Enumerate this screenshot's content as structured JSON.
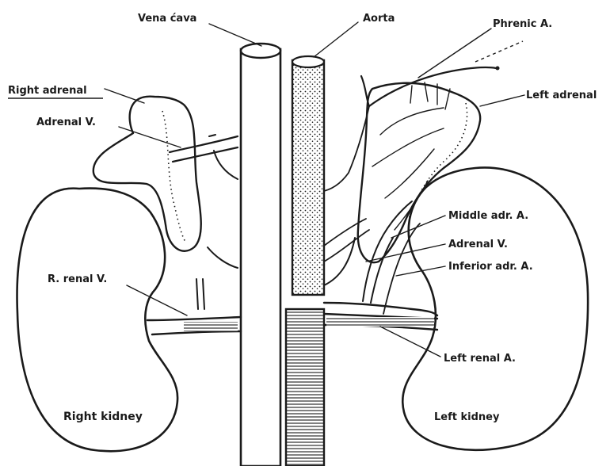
{
  "labels": {
    "vena_cava": "Vena ćava",
    "aorta": "Aorta",
    "phrenic_a": "Phrenic A.",
    "right_adrenal": "Right adrenal",
    "adrenal_v_right": "Adrenal V.",
    "left_adrenal": "Left adrenal",
    "middle_adr_a": "Middle adr. A.",
    "adrenal_v_left": "Adrenal V.",
    "inferior_adr_a": "Inferior adr. A.",
    "r_renal_v": "R. renal V.",
    "left_renal_a": "Left renal A.",
    "right_kidney": "Right kidney",
    "left_kidney": "Left kidney"
  },
  "colors": {
    "ink": "#1a1a1a",
    "paper": "#ffffff"
  }
}
